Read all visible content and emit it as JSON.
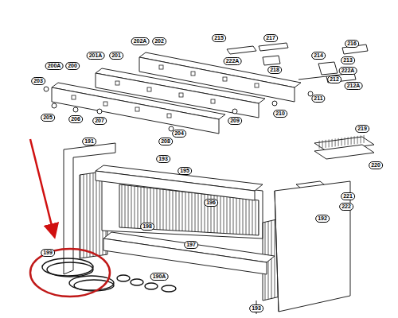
{
  "diagram": {
    "labels": [
      "215",
      "217",
      "216",
      "202A",
      "202",
      "214",
      "201A",
      "201",
      "222A",
      "218",
      "213",
      "222A",
      "200A",
      "200",
      "212",
      "212A",
      "203",
      "211",
      "210",
      "209",
      "205",
      "206",
      "207",
      "208",
      "204",
      "219",
      "220",
      "191",
      "193",
      "195",
      "221",
      "222",
      "196",
      "192",
      "198",
      "197",
      "199",
      "190A",
      "193"
    ]
  }
}
